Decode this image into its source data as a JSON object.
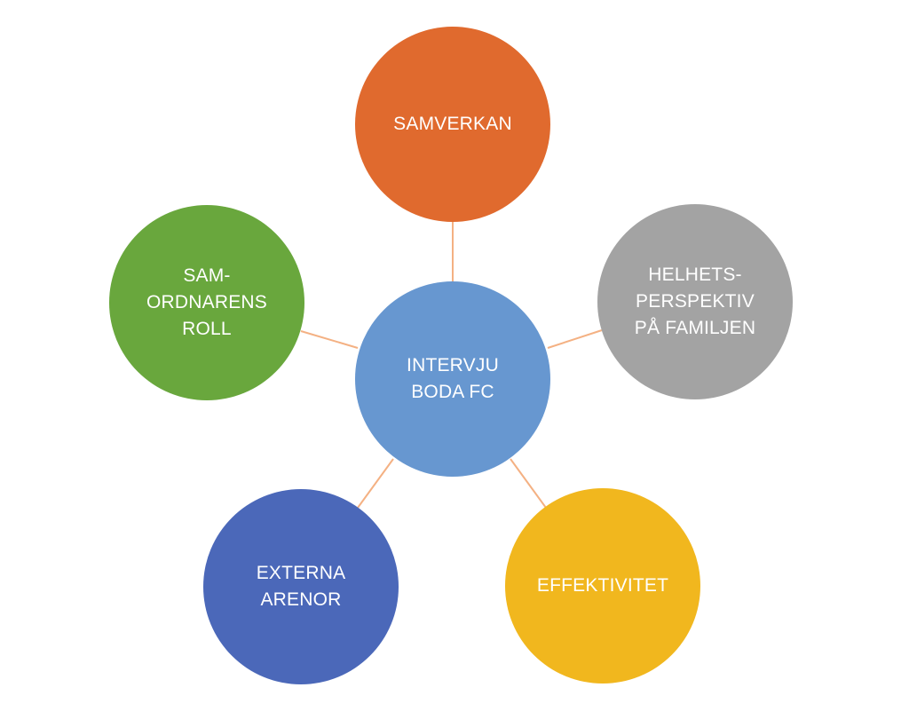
{
  "diagram": {
    "connector_color": "#f4b183",
    "center": {
      "label": "INTERVJU\nBODA FC",
      "color": "#6797d0"
    },
    "satellites": [
      {
        "id": "top",
        "label": "SAMVERKAN",
        "color": "#e06a2e"
      },
      {
        "id": "right",
        "label": "HELHETS-\nPERSPEKTIV\nPÅ FAMILJEN",
        "color": "#a3a3a3"
      },
      {
        "id": "left",
        "label": "SAM-\nORDNARENS\nROLL",
        "color": "#69a73d"
      },
      {
        "id": "bottom_left",
        "label": "EXTERNA\nARENOR",
        "color": "#4b68b9"
      },
      {
        "id": "bottom_right",
        "label": "EFFEKTIVITET",
        "color": "#f1b71e"
      }
    ]
  }
}
